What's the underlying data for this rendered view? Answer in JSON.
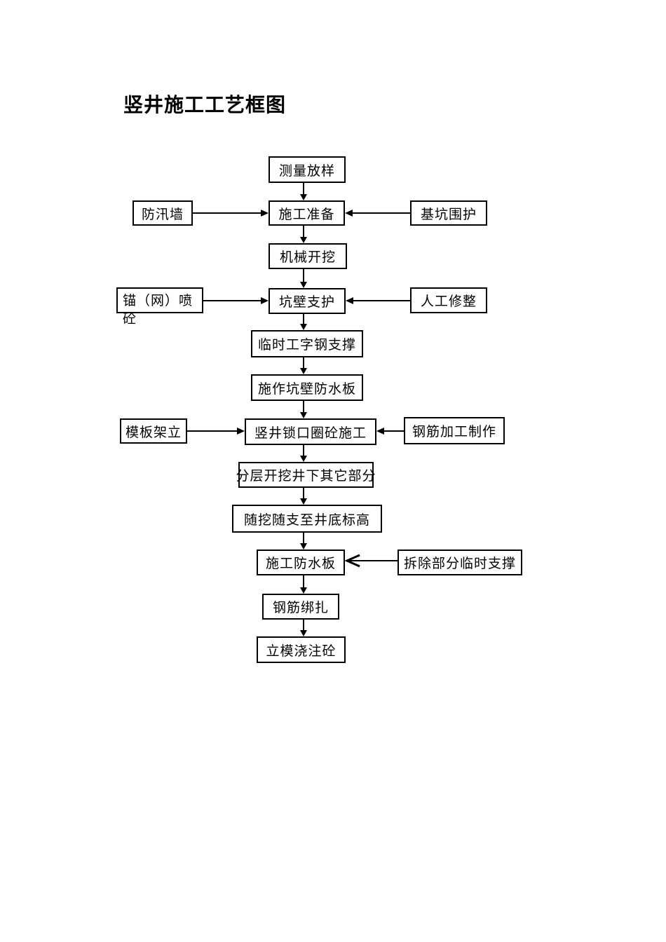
{
  "page": {
    "title": "竖井施工工艺框图",
    "background_color": "#ffffff",
    "line_color": "#000000"
  },
  "flowchart": {
    "nodes": {
      "survey": "测量放样",
      "preparation": "施工准备",
      "mechanical_excavation": "机械开挖",
      "pit_wall_support": "坑壁支护",
      "temporary_ibeam": "临时工字钢支撑",
      "pit_wall_waterproof": "施作坑壁防水板",
      "shaft_collar_concrete": "竖井锁口圈砼施工",
      "layered_excavation": "分层开挖井下其它部分",
      "support_to_bottom": "随挖随支至井底标高",
      "waterproof_board": "施工防水板",
      "rebar_binding": "钢筋绑扎",
      "formwork_pouring": "立模浇注砼",
      "flood_wall": "防汛墙",
      "pit_enclosure": "基坑围护",
      "anchor_shotcrete": {
        "line1": "锚（网）喷",
        "line2": "砼",
        "full": "锚（网）喷砼"
      },
      "manual_trimming": "人工修整",
      "formwork_erection": "模板架立",
      "rebar_fabrication": "钢筋加工制作",
      "remove_temp_support": "拆除部分临时支撑"
    },
    "edges": [
      {
        "from": "survey",
        "to": "preparation",
        "style": "solid"
      },
      {
        "from": "flood_wall",
        "to": "preparation",
        "style": "solid"
      },
      {
        "from": "pit_enclosure",
        "to": "preparation",
        "style": "solid"
      },
      {
        "from": "preparation",
        "to": "mechanical_excavation",
        "style": "solid"
      },
      {
        "from": "mechanical_excavation",
        "to": "pit_wall_support",
        "style": "solid"
      },
      {
        "from": "anchor_shotcrete",
        "to": "pit_wall_support",
        "style": "solid"
      },
      {
        "from": "manual_trimming",
        "to": "pit_wall_support",
        "style": "solid"
      },
      {
        "from": "pit_wall_support",
        "to": "temporary_ibeam",
        "style": "solid"
      },
      {
        "from": "temporary_ibeam",
        "to": "pit_wall_waterproof",
        "style": "solid"
      },
      {
        "from": "pit_wall_waterproof",
        "to": "shaft_collar_concrete",
        "style": "solid"
      },
      {
        "from": "formwork_erection",
        "to": "shaft_collar_concrete",
        "style": "solid"
      },
      {
        "from": "rebar_fabrication",
        "to": "shaft_collar_concrete",
        "style": "solid"
      },
      {
        "from": "shaft_collar_concrete",
        "to": "layered_excavation",
        "style": "solid"
      },
      {
        "from": "layered_excavation",
        "to": "support_to_bottom",
        "style": "solid"
      },
      {
        "from": "support_to_bottom",
        "to": "waterproof_board",
        "style": "solid"
      },
      {
        "from": "remove_temp_support",
        "to": "waterproof_board",
        "style": "chevron"
      },
      {
        "from": "waterproof_board",
        "to": "rebar_binding",
        "style": "solid"
      },
      {
        "from": "rebar_binding",
        "to": "formwork_pouring",
        "style": "solid"
      }
    ]
  }
}
